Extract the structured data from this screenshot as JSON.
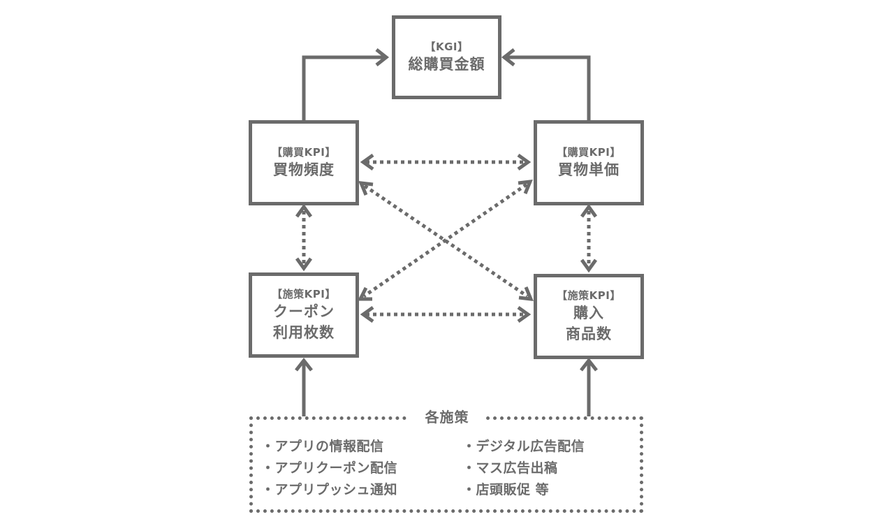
{
  "nodes": {
    "kgi": {
      "tag": "【KGI】",
      "title": "総購買金額"
    },
    "frequency": {
      "tag": "【購買KPI】",
      "title": "買物頻度"
    },
    "unit_price": {
      "tag": "【購買KPI】",
      "title": "買物単価"
    },
    "coupon": {
      "tag": "【施策KPI】",
      "title_line1": "クーポン",
      "title_line2": "利用枚数"
    },
    "items": {
      "tag": "【施策KPI】",
      "title_line1": "購入",
      "title_line2": "商品数"
    }
  },
  "measures": {
    "title": "各施策",
    "left": [
      "・アプリの情報配信",
      "・アプリクーポン配信",
      "・アプリプッシュ通知"
    ],
    "right": [
      "・デジタル広告配信",
      "・マス広告出稿",
      "・店頭販促 等"
    ]
  },
  "colors": {
    "line": "#6b6b6b",
    "background": "#ffffff"
  }
}
